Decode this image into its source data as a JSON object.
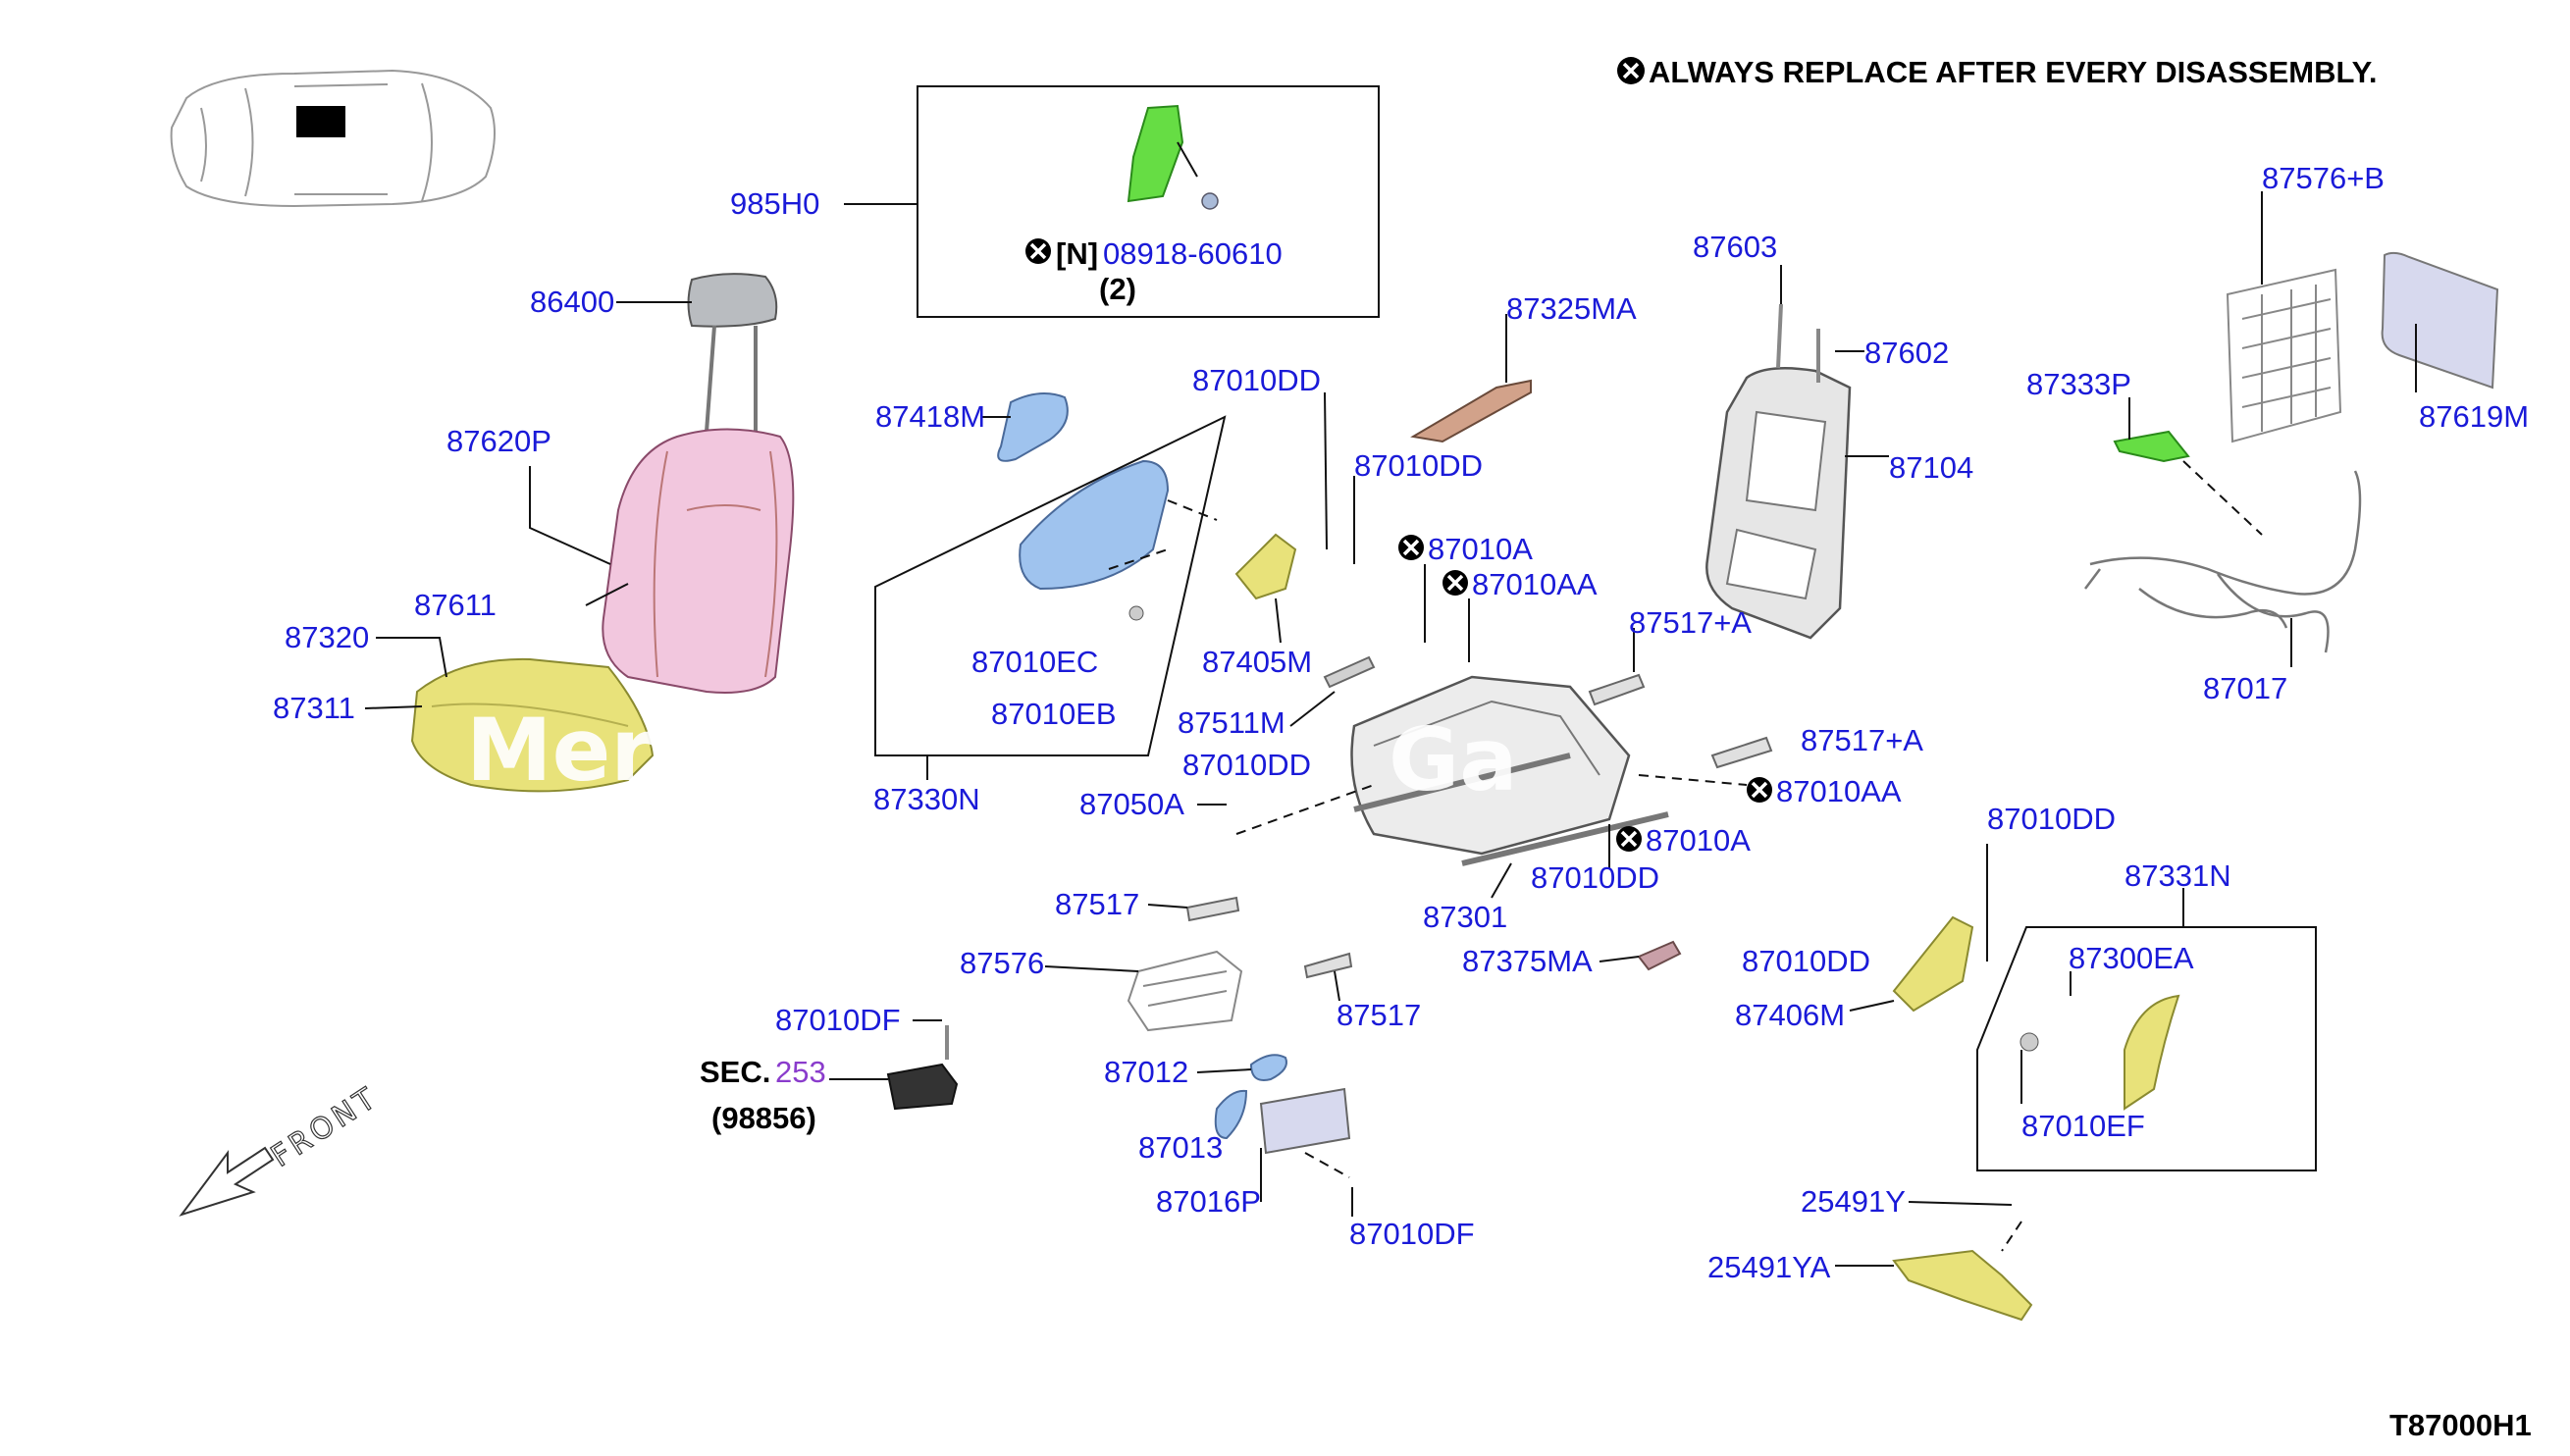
{
  "header": {
    "notice": "ALWAYS REPLACE AFTER EVERY DISASSEMBLY.",
    "notice_icon": "x-circle-icon"
  },
  "footer": {
    "diagram_code": "T87000H1"
  },
  "front_indicator": {
    "text": "FRONT"
  },
  "inset_box": {
    "callout": "985H0",
    "part_prefix": "[N]",
    "part_number": "08918-60610",
    "quantity": "(2)"
  },
  "reference": {
    "sec_prefix": "SEC.",
    "sec_number": "253",
    "sec_sub": "(98856)"
  },
  "watermark": {
    "text_left": "Mer",
    "text_right": "Ga"
  },
  "labels": {
    "p86400": "86400",
    "p87620P": "87620P",
    "p87611": "87611",
    "p87320": "87320",
    "p87311": "87311",
    "p87418M": "87418M",
    "p87010DD_a": "87010DD",
    "p87010DD_b": "87010DD",
    "p87325MA": "87325MA",
    "p87603": "87603",
    "p87602": "87602",
    "p87104": "87104",
    "p87576B": "87576+B",
    "p87619M": "87619M",
    "p87333P": "87333P",
    "p87017": "87017",
    "p87010A_a": "87010A",
    "p87010AA_a": "87010AA",
    "p87517A_a": "87517+A",
    "p87517A_b": "87517+A",
    "p87010EC": "87010EC",
    "p87405M": "87405M",
    "p87010EB": "87010EB",
    "p87511M": "87511M",
    "p87010DD_c": "87010DD",
    "p87330N": "87330N",
    "p87050A": "87050A",
    "p87010AA_b": "87010AA",
    "p87010A_b": "87010A",
    "p87010DD_d": "87010DD",
    "p87301": "87301",
    "p87010DD_e": "87010DD",
    "p87331N": "87331N",
    "p87300EA": "87300EA",
    "p87010DD_f": "87010DD",
    "p87406M": "87406M",
    "p87010EF": "87010EF",
    "p87375MA": "87375MA",
    "p87517_a": "87517",
    "p87576": "87576",
    "p87517_b": "87517",
    "p87010DF_a": "87010DF",
    "p87012": "87012",
    "p87013": "87013",
    "p87016P": "87016P",
    "p87010DF_b": "87010DF",
    "p25491Y": "25491Y",
    "p25491YA": "25491YA"
  },
  "colors": {
    "label_blue": "#1a1ad8",
    "sec_purple": "#8a3ccc",
    "cushion_yellow": "#e8e27a",
    "seatback_pink": "#f2c7de",
    "airbag_green": "#66dd44",
    "side_blue": "#9fc3ee",
    "panel_lavender": "#d7d9ee"
  }
}
